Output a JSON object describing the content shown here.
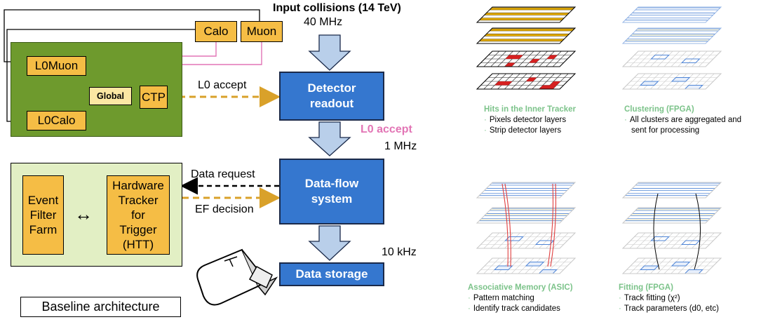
{
  "left": {
    "input_collisions": "Input collisions (14 TeV)",
    "rate_40": "40 MHz",
    "calo": "Calo",
    "muon": "Muon",
    "l0muon": "L0Muon",
    "l0calo": "L0Calo",
    "global": "Global",
    "ctp": "CTP",
    "l0_accept_left": "L0 accept",
    "detector_readout": "Detector readout",
    "l0_accept_pink": "L0 accept",
    "rate_1": "1 MHz",
    "event_filter_farm": "Event Filter Farm",
    "arrow_both": "↔",
    "htt": "Hardware Tracker for Trigger (HTT)",
    "data_request": "Data request",
    "ef_decision": "EF decision",
    "data_flow": "Data-flow system",
    "rate_10": "10 kHz",
    "data_storage": "Data storage",
    "baseline": "Baseline architecture"
  },
  "right": {
    "panel1": {
      "title": "Hits in the Inner Tracker",
      "items": [
        "Pixels detector layers",
        "Strip detector layers"
      ]
    },
    "panel2": {
      "title": "Clustering (FPGA)",
      "items": [
        "All clusters are aggregated and",
        "sent for processing"
      ]
    },
    "panel3": {
      "title": "Associative Memory (ASIC)",
      "items": [
        "Pattern matching",
        "Identify track candidates"
      ]
    },
    "panel4": {
      "title": "Fitting (FPGA)",
      "items": [
        "Track fitting (χ²)",
        "Track parameters (d0, etc)"
      ]
    }
  },
  "colors": {
    "green_frame": "#6e9a2d",
    "light_green": "#e2efc4",
    "yellow": "#f5bd45",
    "blue": "#3577cf",
    "pink": "#e275b5",
    "orange_dash": "#d9a12a",
    "caption_green": "#7cc38a"
  }
}
